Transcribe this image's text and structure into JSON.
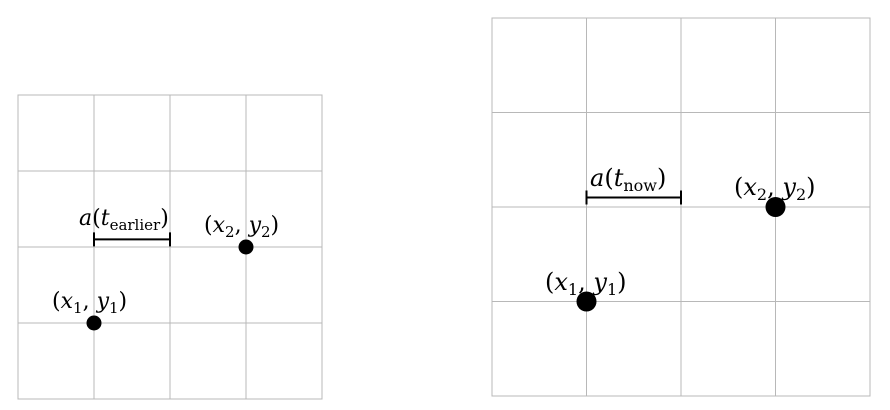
{
  "panels": [
    {
      "id": "earlier",
      "grid": {
        "cols": 4,
        "rows": 4
      },
      "points": [
        {
          "var_x": "x",
          "var_y": "y",
          "sub": "1"
        },
        {
          "var_x": "x",
          "var_y": "y",
          "sub": "2"
        }
      ],
      "scale_label": {
        "func": "a",
        "var": "t",
        "sub": "earlier"
      }
    },
    {
      "id": "now",
      "grid": {
        "cols": 4,
        "rows": 4
      },
      "points": [
        {
          "var_x": "x",
          "var_y": "y",
          "sub": "1"
        },
        {
          "var_x": "x",
          "var_y": "y",
          "sub": "2"
        }
      ],
      "scale_label": {
        "func": "a",
        "var": "t",
        "sub": "now"
      }
    }
  ]
}
